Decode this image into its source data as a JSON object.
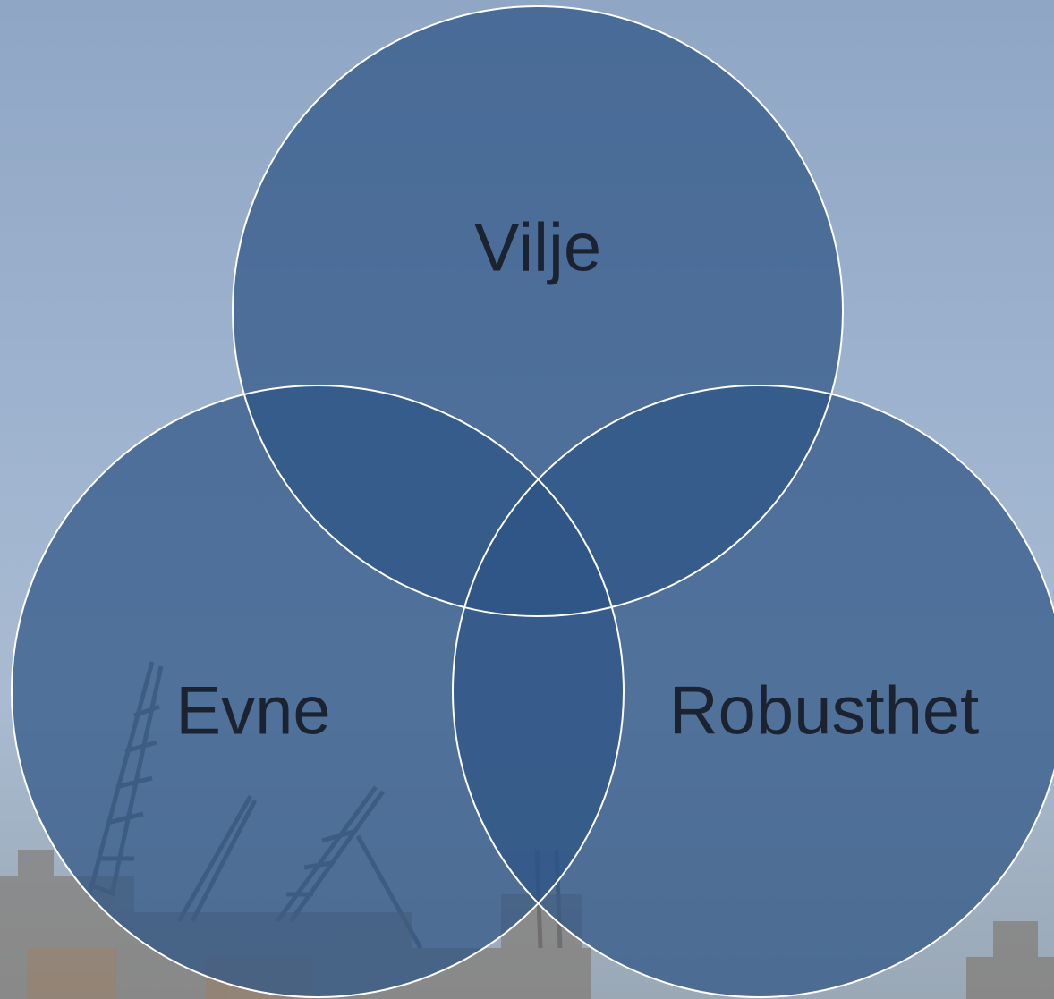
{
  "diagram": {
    "type": "venn",
    "circles": [
      {
        "id": "top",
        "label": "Vilje"
      },
      {
        "id": "left",
        "label": "Evne"
      },
      {
        "id": "right",
        "label": "Robusthet"
      }
    ]
  },
  "colors": {
    "circle_fill": "#2e5585",
    "circle_stroke": "#ffffff"
  }
}
